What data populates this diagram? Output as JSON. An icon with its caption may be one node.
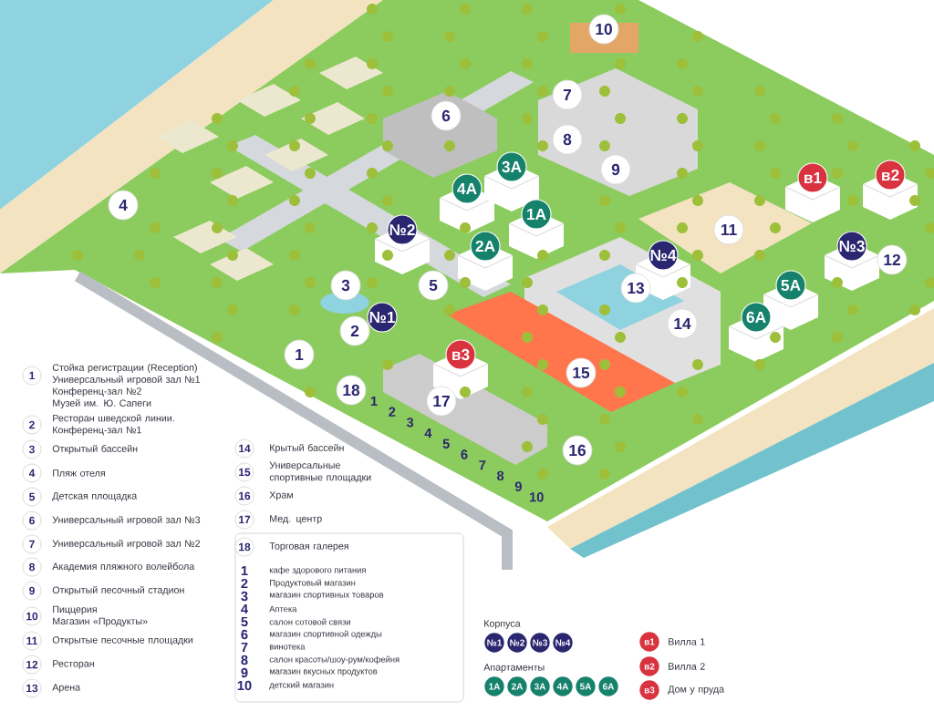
{
  "diagram": {
    "nodes": [
      {
        "text": [
          "10"
        ]
      },
      {
        "text": [
          "7"
        ]
      },
      {
        "text": [
          "6"
        ]
      },
      {
        "text": [
          "8"
        ]
      },
      {
        "text": [
          "3А"
        ]
      },
      {
        "text": [
          "9"
        ]
      },
      {
        "text": [
          "в2"
        ]
      },
      {
        "text": [
          "в1"
        ]
      },
      {
        "text": [
          "4А"
        ]
      },
      {
        "text": [
          "4"
        ]
      },
      {
        "text": [
          "1А"
        ]
      },
      {
        "text": [
          "№2"
        ]
      },
      {
        "text": [
          "11"
        ]
      },
      {
        "text": [
          "2А"
        ]
      },
      {
        "text": [
          "№3"
        ]
      },
      {
        "text": [
          "№4"
        ]
      },
      {
        "text": [
          "12"
        ]
      },
      {
        "text": [
          "3"
        ]
      },
      {
        "text": [
          "5"
        ]
      },
      {
        "text": [
          "5А"
        ]
      },
      {
        "text": [
          "13"
        ]
      },
      {
        "text": [
          "№1"
        ]
      },
      {
        "text": [
          "6А"
        ]
      },
      {
        "text": [
          "14"
        ]
      },
      {
        "text": [
          "2"
        ]
      },
      {
        "text": [
          "1"
        ]
      },
      {
        "text": [
          "в3"
        ]
      },
      {
        "text": [
          "15"
        ]
      },
      {
        "text": [
          "18"
        ]
      },
      {
        "text": [
          "17"
        ]
      },
      {
        "text": [
          "16"
        ]
      },
      {
        "text": [
          "1"
        ],
        "beside": [
          "Стойка регистрации (Reception)",
          "Универсальный игровой зал №1",
          "Конференц-зал №2",
          "Музей им. Ю. Сапеги"
        ]
      },
      {
        "text": [
          "2"
        ],
        "beside": [
          "Ресторан шведской линии.",
          "Конференц-зал №1"
        ]
      },
      {
        "text": [
          "3"
        ],
        "beside": [
          "Открытый бассейн"
        ]
      },
      {
        "text": [
          "4"
        ],
        "beside": [
          "Пляж отеля"
        ]
      },
      {
        "text": [
          "5"
        ],
        "beside": [
          "Детская площадка"
        ]
      },
      {
        "text": [
          "6"
        ],
        "beside": [
          "Универсальный игровой зал №3"
        ]
      },
      {
        "text": [
          "7"
        ],
        "beside": [
          "Универсальный игровой зал №2"
        ]
      },
      {
        "text": [
          "8"
        ],
        "beside": [
          "Академия пляжного волейбола"
        ]
      },
      {
        "text": [
          "9"
        ],
        "beside": [
          "Открытый песочный стадион"
        ]
      },
      {
        "text": [
          "10"
        ],
        "beside": [
          "Пиццерия",
          "Магазин «Продукты»"
        ]
      },
      {
        "text": [
          "11"
        ],
        "beside": [
          "Открытые песочные площадки"
        ]
      },
      {
        "text": [
          "12"
        ],
        "beside": [
          "Ресторан"
        ]
      },
      {
        "text": [
          "13"
        ],
        "beside": [
          "Арена"
        ]
      },
      {
        "text": [
          "14"
        ],
        "beside": [
          "Крытый бассейн"
        ]
      },
      {
        "text": [
          "15"
        ],
        "beside": [
          "Универсальные спортивные площадки"
        ]
      },
      {
        "text": [
          "16"
        ],
        "beside": [
          "Храм"
        ]
      },
      {
        "text": [
          "17"
        ],
        "beside": [
          "Мед. центр"
        ]
      },
      {
        "text": [
          "18"
        ],
        "beside": [
          "Торговая галерея"
        ]
      },
      {
        "text": [
          "№1"
        ]
      },
      {
        "text": [
          "№2"
        ]
      },
      {
        "text": [
          "№3"
        ]
      },
      {
        "text": [
          "№4"
        ]
      },
      {
        "text": [
          "1А"
        ]
      },
      {
        "text": [
          "2А"
        ]
      },
      {
        "text": [
          "3А"
        ]
      },
      {
        "text": [
          "4А"
        ]
      },
      {
        "text": [
          "5А"
        ]
      },
      {
        "text": [
          "6А"
        ]
      },
      {
        "text": [
          "в1"
        ],
        "beside": [
          "Вилла 1"
        ]
      },
      {
        "text": [
          "в2"
        ],
        "beside": [
          "Вилла 2"
        ]
      },
      {
        "text": [
          "в3"
        ],
        "beside": [
          "Дом у пруда"
        ]
      }
    ],
    "labels": [
      "1",
      "2",
      "3",
      "4",
      "5",
      "6",
      "7",
      "8",
      "9",
      "10",
      "1",
      "кафе здорового питания",
      "2",
      "Продуктовый магазин",
      "3",
      "магазин спортивных товаров",
      "4",
      "Аптека",
      "5",
      "салон сотовой связи",
      "6",
      "магазин спортивной одежды",
      "7",
      "винотека",
      "8",
      "салон красоты/шоу-рум/кофейня",
      "9",
      "магазин вкусных продуктов",
      "10",
      "детский магазин",
      "Корпуса",
      "Апартаменты"
    ]
  }
}
